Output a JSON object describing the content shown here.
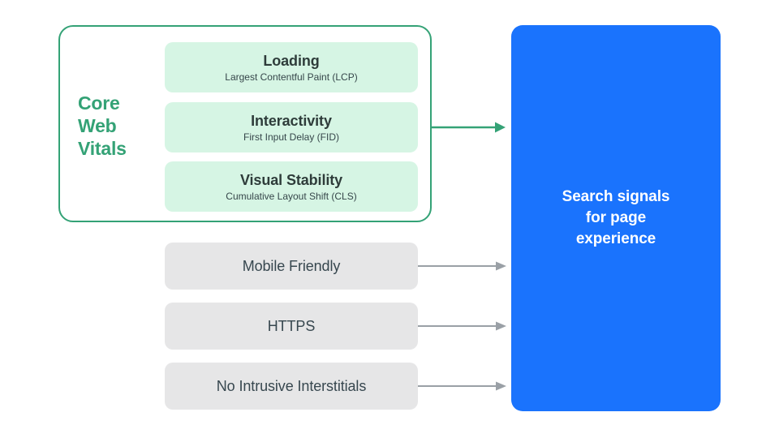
{
  "diagram": {
    "title": "Search signals for page experience",
    "colors": {
      "green_accent": "#34A276",
      "green_card_bg": "#D6F5E4",
      "grey_card_bg": "#E6E6E7",
      "blue_panel": "#1A73FD",
      "dark_text": "#37474F",
      "arrow_grey": "#9AA0A6",
      "white": "#FFFFFF"
    }
  },
  "core_web_vitals": {
    "group_label": "Core\nWeb\nVitals",
    "group_label_lines": [
      "Core",
      "Web",
      "Vitals"
    ],
    "metrics": [
      {
        "title": "Loading",
        "subtitle": "Largest Contentful Paint (LCP)"
      },
      {
        "title": "Interactivity",
        "subtitle": "First Input Delay (FID)"
      },
      {
        "title": "Visual Stability",
        "subtitle": "Cumulative Layout Shift (CLS)"
      }
    ]
  },
  "other_signals": [
    {
      "label": "Mobile Friendly"
    },
    {
      "label": "HTTPS"
    },
    {
      "label": "No Intrusive Interstitials"
    }
  ],
  "destination": {
    "text": "Search signals\nfor page\nexperience"
  },
  "arrows": [
    {
      "name": "core-web-vitals-arrow",
      "color": "#34A276"
    },
    {
      "name": "mobile-friendly-arrow",
      "color": "#9AA0A6"
    },
    {
      "name": "https-arrow",
      "color": "#9AA0A6"
    },
    {
      "name": "no-intrusive-interstitials-arrow",
      "color": "#9AA0A6"
    }
  ]
}
